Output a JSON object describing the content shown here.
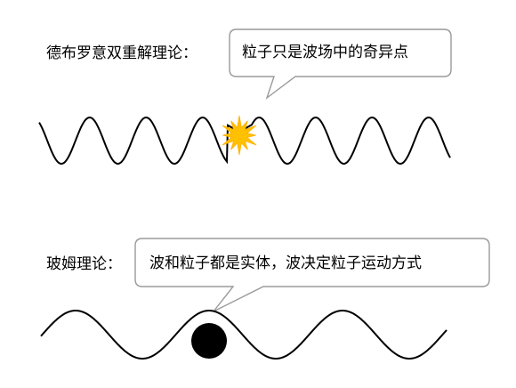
{
  "top": {
    "label": "德布罗意双重解理论：",
    "bubble": "粒子只是波场中的奇异点",
    "particle_icon": "starburst-icon",
    "particle_color": "#FFC000"
  },
  "bottom": {
    "label": "玻姆理论：",
    "bubble": "波和粒子都是实体，波决定粒子运动方式",
    "particle_icon": "black-ball-icon",
    "particle_color": "#000000"
  }
}
